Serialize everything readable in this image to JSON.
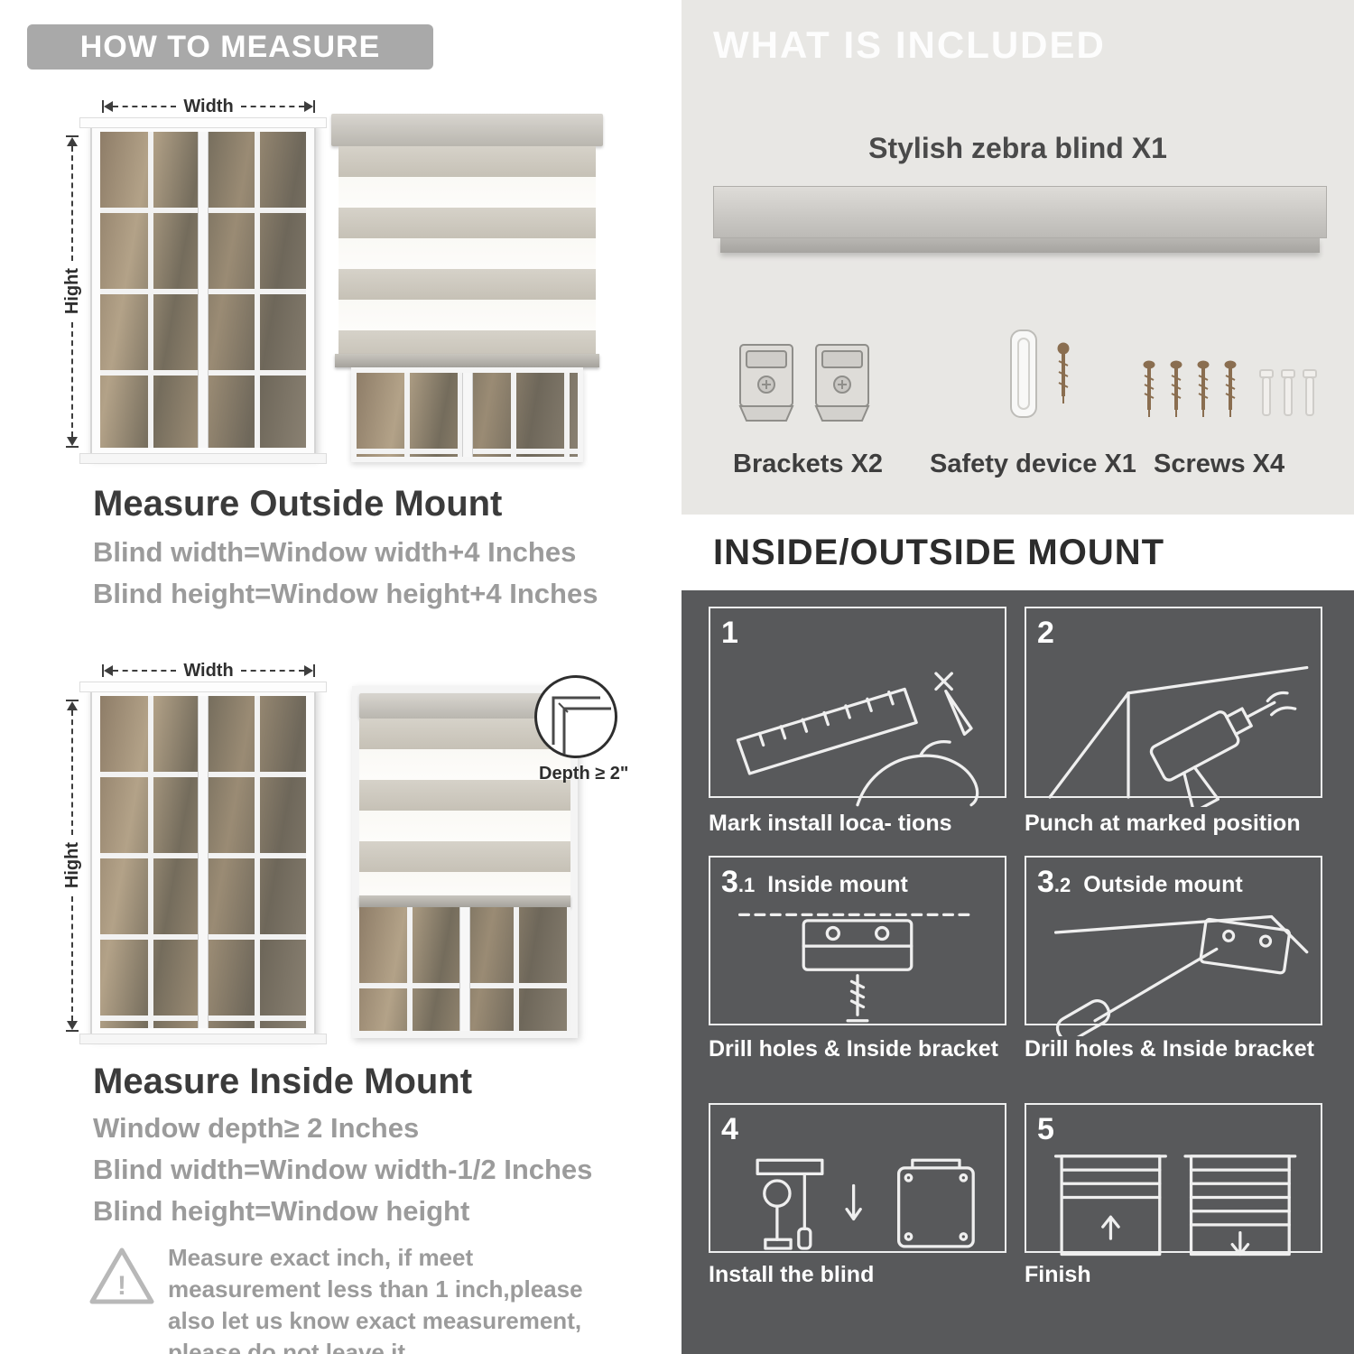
{
  "left": {
    "header": "HOW TO MEASURE",
    "outside": {
      "width_label": "Width",
      "height_label": "Hight",
      "heading": "Measure Outside Mount",
      "lines": [
        "Blind width=Window width+4 Inches",
        "Blind height=Window height+4 Inches"
      ]
    },
    "inside": {
      "width_label": "Width",
      "height_label": "Hight",
      "depth_label": "Depth ≥ 2\"",
      "heading": "Measure Inside Mount",
      "lines": [
        "Window depth≥ 2 Inches",
        "Blind width=Window width-1/2 Inches",
        "Blind height=Window height"
      ]
    },
    "warning_mark": "!",
    "warning_text": "Measure exact inch, if meet measurement less than 1 inch,please also let us know exact measurement, please do not leave it"
  },
  "right": {
    "included_header": "WHAT IS INCLUDED",
    "blind_label": "Stylish zebra blind X1",
    "item_labels": [
      "Brackets X2",
      "Safety device X1",
      "Screws X4"
    ],
    "mount_header": "INSIDE/OUTSIDE MOUNT",
    "steps": [
      {
        "num": "1",
        "sub": "",
        "title": "",
        "caption": "Mark install loca- tions"
      },
      {
        "num": "2",
        "sub": "",
        "title": "",
        "caption": "Punch at  marked position"
      },
      {
        "num": "3",
        "sub": ".1",
        "title": "Inside mount",
        "caption": "Drill holes &  Inside bracket"
      },
      {
        "num": "3",
        "sub": ".2",
        "title": "Outside mount",
        "caption": "Drill holes &  Inside bracket"
      },
      {
        "num": "4",
        "sub": "",
        "title": "",
        "caption": "Install the blind"
      },
      {
        "num": "5",
        "sub": "",
        "title": "",
        "caption": "Finish"
      }
    ]
  },
  "colors": {
    "badge_gray": "#a9a9a9",
    "light_panel": "#e8e7e4",
    "dark_panel": "#58595b",
    "heading_dark": "#3b3b3b",
    "text_gray": "#9b9b9b"
  }
}
